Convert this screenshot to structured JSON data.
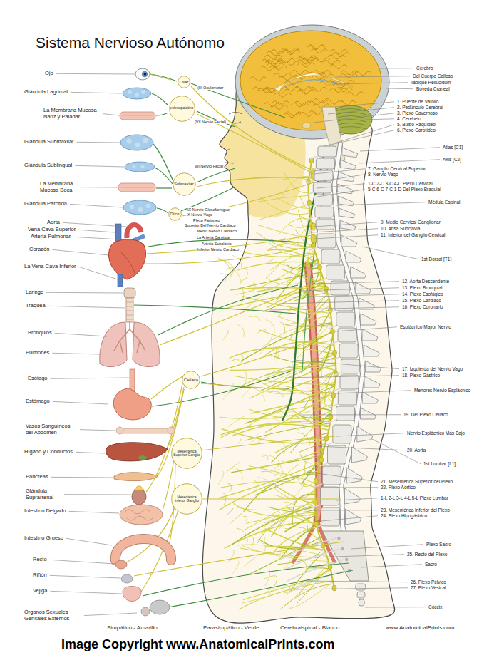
{
  "diagram": {
    "title": "Sistema Nervioso Autónomo",
    "nodes": [
      {
        "text": [
          "Ciliar"
        ]
      },
      {
        "text": [
          "esfenopalatino"
        ]
      },
      {
        "text": [
          "Submaxilar"
        ]
      },
      {
        "text": [
          "Ótico"
        ]
      },
      {
        "text": [
          "Celíaco"
        ]
      },
      {
        "text": [
          "Mesentérica Superior Ganglio"
        ]
      },
      {
        "text": [
          "Mesentérica Inferior Ganglio"
        ]
      }
    ],
    "labels": [
      "Ojo",
      "Glándula Lagrimal",
      "La Membrana Mucosa Nariz y Paladar",
      "Glándula Submaxilar",
      "Glándula Sublingual",
      "La Membrana Mucosa Boca",
      "Glándula Parótida",
      "Aorta",
      "Vena Cava Superior",
      "Arteria Pulmonar",
      "Corazón",
      "La Vena Cava Inferior",
      "Laringe",
      "Tráquea",
      "Bronquios",
      "Pulmones",
      "Esófago",
      "Estómago",
      "Vasos Sanguíneos del Abdomen",
      "Hígado y Conductos",
      "Páncreas",
      "Glándula Suprarrenal",
      "Intestino Delgado",
      "Intestino Grueso",
      "Recto",
      "Riñón",
      "Vejiga",
      "Órganos Sexuales Genitales Externos",
      "(III Oculomotor",
      "(VII Nervio Facial)",
      "VII Nervio Facial",
      "IX Nervio Glosofaríngeo",
      "X Nervio Vago",
      "Plexo Faríngeo",
      "Superior Del Nervio Cardiaco",
      "Medio Nervio Cardiaco",
      "La Arteria Carótida",
      "Arteria Subclavia",
      "Inferior Nervio Cardiaco",
      "Cerebro",
      "Del Cuerpo Calloso",
      "Tabique Pellucidum",
      "Bóveda Craneal",
      "1. Puente de Varolio",
      "2. Pedúnculo Cerebral",
      "3. Plexo Cavernoso",
      "4. Cerebelo",
      "5. Bulbo Raquídeo",
      "6. Plexo Carotídeo",
      "Atlas [C1]",
      "Axis [C2]",
      "7. Ganglio Cervical Superior",
      "8. Nervio Vago",
      "1-C 2-C 3-C 4-C Plexo Cervical",
      "5-C 6-C 7-C 1-D Del Plexo Braquial",
      "Médula Espinal",
      "9. Medio Cervical Ganglionar",
      "10. Ansa Subclavia",
      "11. Inferior del Ganglio Cervical",
      "1st Dorsal [T1]",
      "12. Aorta Descendente",
      "13. Plexo Bronquial",
      "14. Plexo Esofágico",
      "15. Plexo Cardiaco",
      "16. Plexo Coronario",
      "Esplácnico Mayor Nervio",
      "17. Izquierda del Nervio Vago",
      "18. Plexo Gástrico",
      "Menores Nervio Esplácnico",
      "19. Del Plexo Celíaco",
      "Nervio Esplácnico Más Bajo",
      "20. Aorta",
      "1st Lumbar [L1]",
      "21. Mesentérica Superior del Plexo",
      "22. Plexo Aórtico",
      "1-L 2-L 3-L 4-L 5-L Plexo Lumbar",
      "23. Mesentérica Inferior del Plexo",
      "24. Plexo Hipogástrico",
      "Plexo Sacro",
      "25. Recto del Plexo",
      "Sacro",
      "26. Plexo Pélvico",
      "27. Plexo Vesical",
      "Cóccix",
      "www.AnatomicalPrints.com",
      "Image Copyright www.AnatomicalPrints.com"
    ],
    "legend": [
      {
        "text": "Simpático - Amarillo"
      },
      {
        "text": "Parasimpático - Verde"
      },
      {
        "text": "Cerebralspinal - Blanco"
      }
    ]
  }
}
